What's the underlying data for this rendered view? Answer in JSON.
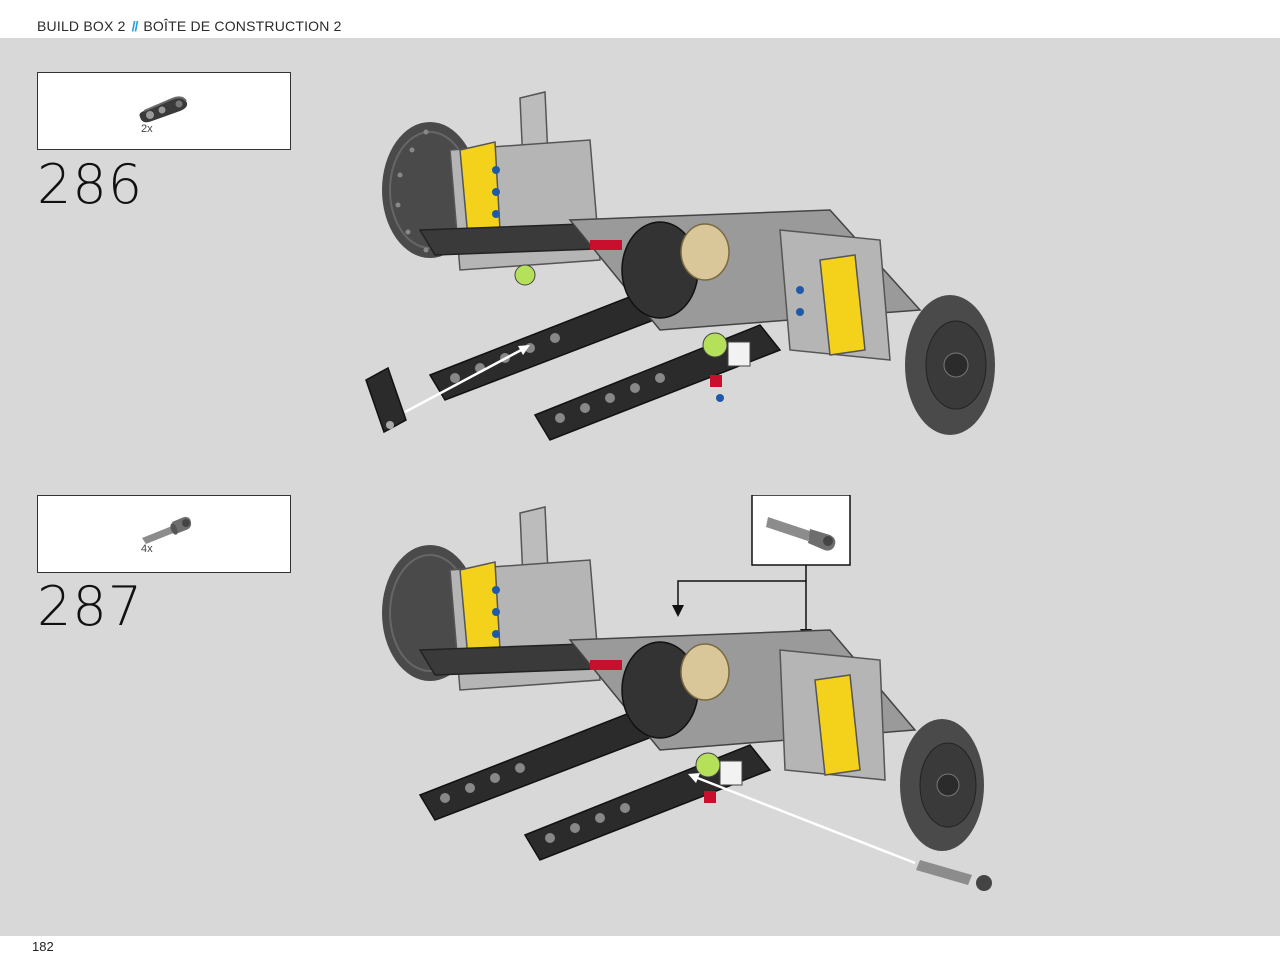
{
  "header": {
    "left": "BUILD BOX 2",
    "separator": "//",
    "right": "BOÎTE DE CONSTRUCTION 2"
  },
  "page_number": "182",
  "steps": [
    {
      "number": "286",
      "part_quantity": "2x",
      "part_icon": "connector-part-icon"
    },
    {
      "number": "287",
      "part_quantity": "4x",
      "part_icon": "pin-part-icon"
    }
  ],
  "colors": {
    "background": "#d8d8d8",
    "header_accent": "#1fa3dc",
    "part_black": "#2b2b2b",
    "part_gray": "#8e8e8e",
    "part_light_gray": "#bcbcbc",
    "part_yellow": "#f4d21c",
    "part_red": "#c8102e",
    "part_blue": "#1e5aa8",
    "part_lime": "#b5e05a",
    "part_tan": "#d9c79a"
  }
}
